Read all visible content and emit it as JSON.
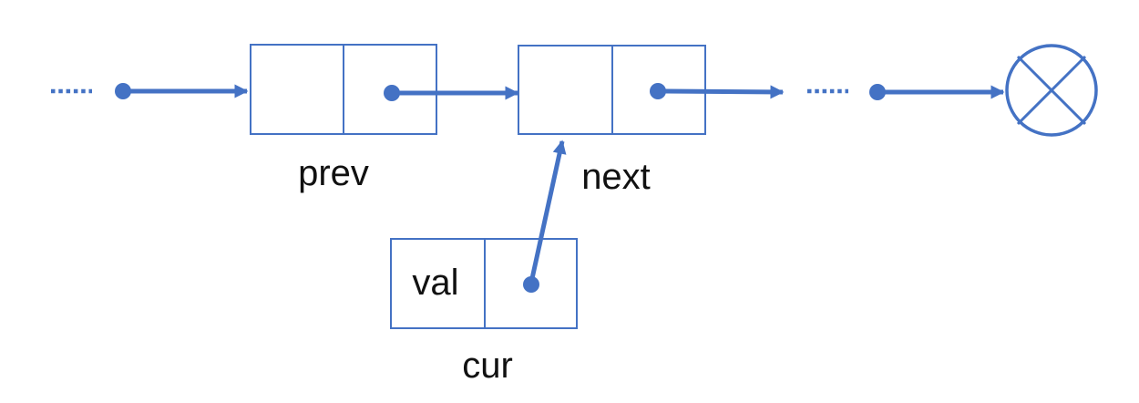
{
  "colors": {
    "accent": "#4472C4",
    "text": "#111111",
    "background": "#ffffff"
  },
  "diagram": {
    "kind": "singly-linked-list",
    "nodes": [
      {
        "id": "prev",
        "label": "prev",
        "cells": [
          "",
          ""
        ]
      },
      {
        "id": "next",
        "label": "next",
        "cells": [
          "",
          ""
        ]
      },
      {
        "id": "cur",
        "label": "cur",
        "cells": [
          "val",
          ""
        ]
      }
    ],
    "icons": {
      "ellipsis_left": "dotted-line-continuation",
      "ellipsis_right": "dotted-line-continuation",
      "null_terminator": "circle-with-cross",
      "pointer_dot": "filled-circle",
      "pointer_arrow": "arrow-right"
    }
  }
}
